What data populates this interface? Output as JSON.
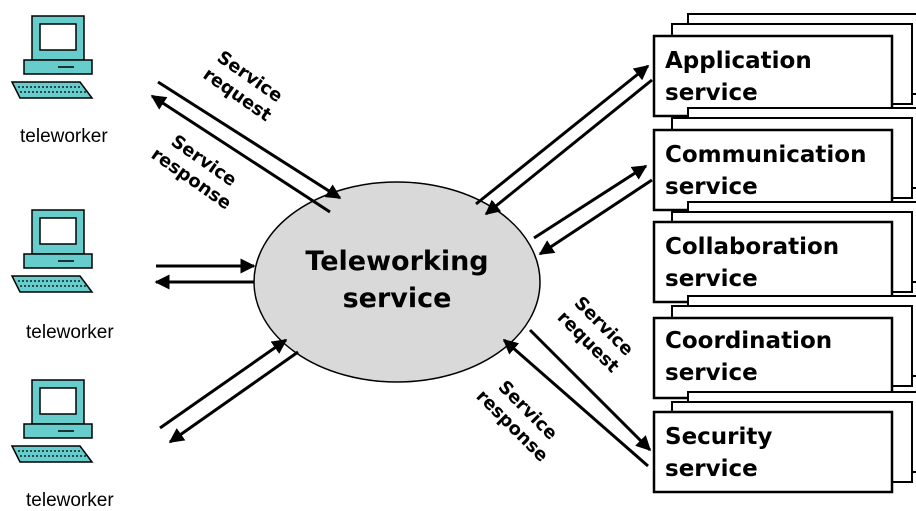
{
  "center": {
    "line1": "Teleworking",
    "line2": "service"
  },
  "teleworkers": [
    {
      "label": "teleworker"
    },
    {
      "label": "teleworker"
    },
    {
      "label": "teleworker"
    }
  ],
  "services": [
    {
      "line1": "Application",
      "line2": "service"
    },
    {
      "line1": "Communication",
      "line2": "service"
    },
    {
      "line1": "Collaboration",
      "line2": "service"
    },
    {
      "line1": "Coordination",
      "line2": "service"
    },
    {
      "line1": "Security",
      "line2": "service"
    }
  ],
  "arrow_labels": {
    "left_request": {
      "line1": "Service",
      "line2": "request"
    },
    "left_response": {
      "line1": "Service",
      "line2": "response"
    },
    "right_request": {
      "line1": "Service",
      "line2": "request"
    },
    "right_response": {
      "line1": "Service",
      "line2": "response"
    }
  },
  "colors": {
    "ellipse_fill": "#d9d9d9",
    "monitor_screen": "#66cccc",
    "monitor_body": "#66cccc",
    "stroke": "#000000"
  }
}
